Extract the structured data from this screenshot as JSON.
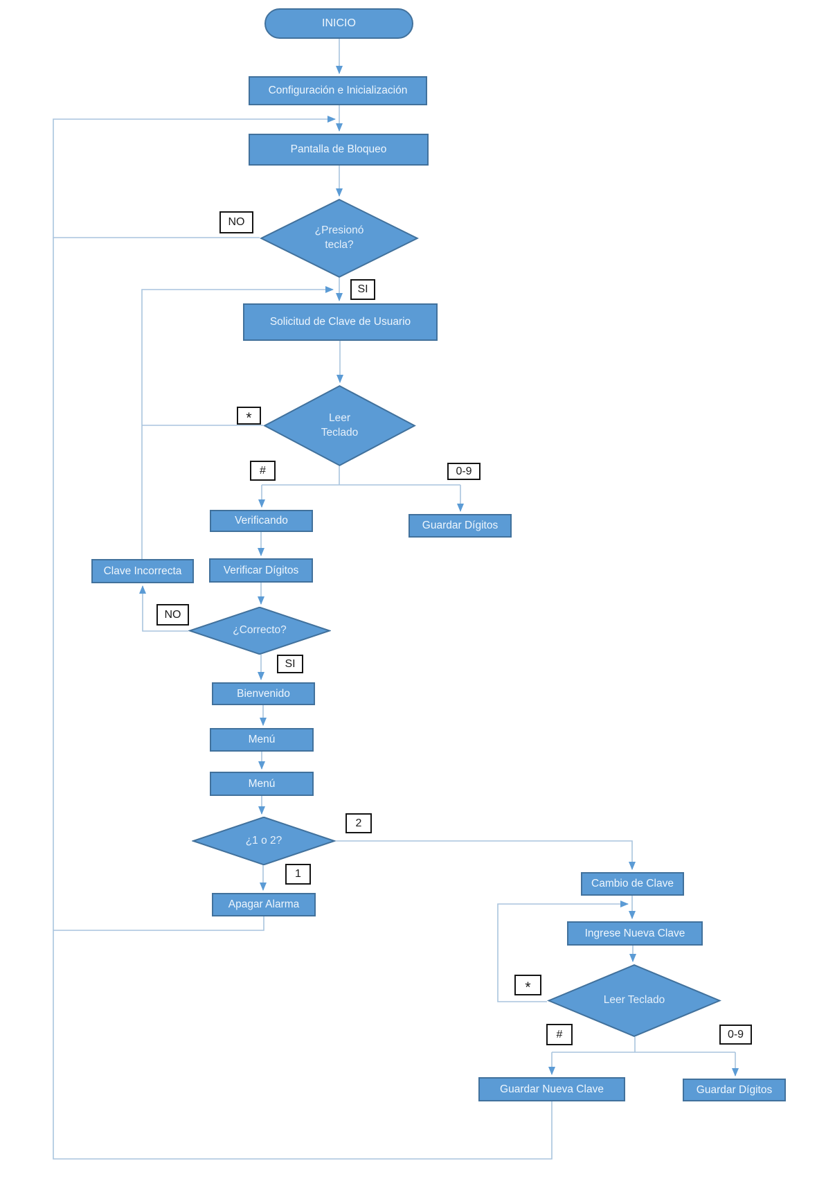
{
  "colors": {
    "shape_fill": "#5b9bd5",
    "shape_border": "#41719c",
    "connector": "#a8c4de",
    "arrowhead": "#5b9bd5",
    "shape_text": "#eef6fd",
    "tag_text": "#1a1a1a",
    "background": "#ffffff"
  },
  "nodes": {
    "inicio": "INICIO",
    "configuracion": "Configuración e Inicialización",
    "pantalla": "Pantalla de Bloqueo",
    "presiono_l1": "¿Presionó",
    "presiono_l2": "tecla?",
    "solicitud": "Solicitud de Clave de Usuario",
    "leer1_l1": "Leer",
    "leer1_l2": "Teclado",
    "verificando": "Verificando",
    "guardar_digitos_1": "Guardar Dígitos",
    "clave_incorrecta": "Clave Incorrecta",
    "verificar_digitos": "Verificar Dígitos",
    "correcto": "¿Correcto?",
    "bienvenido": "Bienvenido",
    "menu_1": "Menú",
    "menu_2": "Menú",
    "uno_o_dos": "¿1 o 2?",
    "apagar_alarma": "Apagar Alarma",
    "cambio_clave": "Cambio de Clave",
    "ingrese_nueva_clave": "Ingrese Nueva Clave",
    "leer_teclado_2": "Leer Teclado",
    "guardar_nueva_clave": "Guardar Nueva Clave",
    "guardar_digitos_2": "Guardar Dígitos"
  },
  "edge_labels": {
    "no_1": "NO",
    "si_1": "SI",
    "star_1": "*",
    "hash_1": "#",
    "digits_1": "0-9",
    "no_2": "NO",
    "si_2": "SI",
    "num_2": "2",
    "num_1": "1",
    "star_2": "*",
    "hash_2": "#",
    "digits_2": "0-9"
  }
}
